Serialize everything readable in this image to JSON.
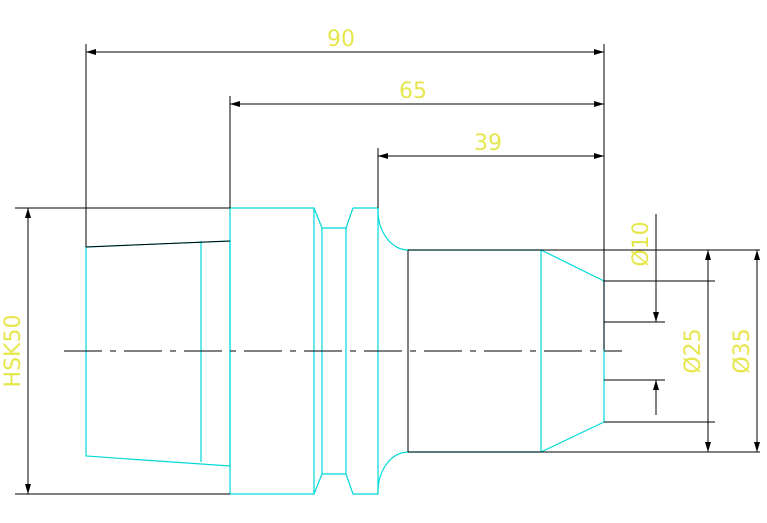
{
  "colors": {
    "outline": "#00d8d8",
    "dimension": "#000000",
    "text": "#e6e64d",
    "background": "#ffffff"
  },
  "dimensions": {
    "overall_length": "90",
    "flange_to_end": "65",
    "shank_length": "39",
    "interface": "HSK50",
    "bore_diameter": "Ø10",
    "mid_diameter": "Ø25",
    "outer_diameter": "Ø35"
  }
}
